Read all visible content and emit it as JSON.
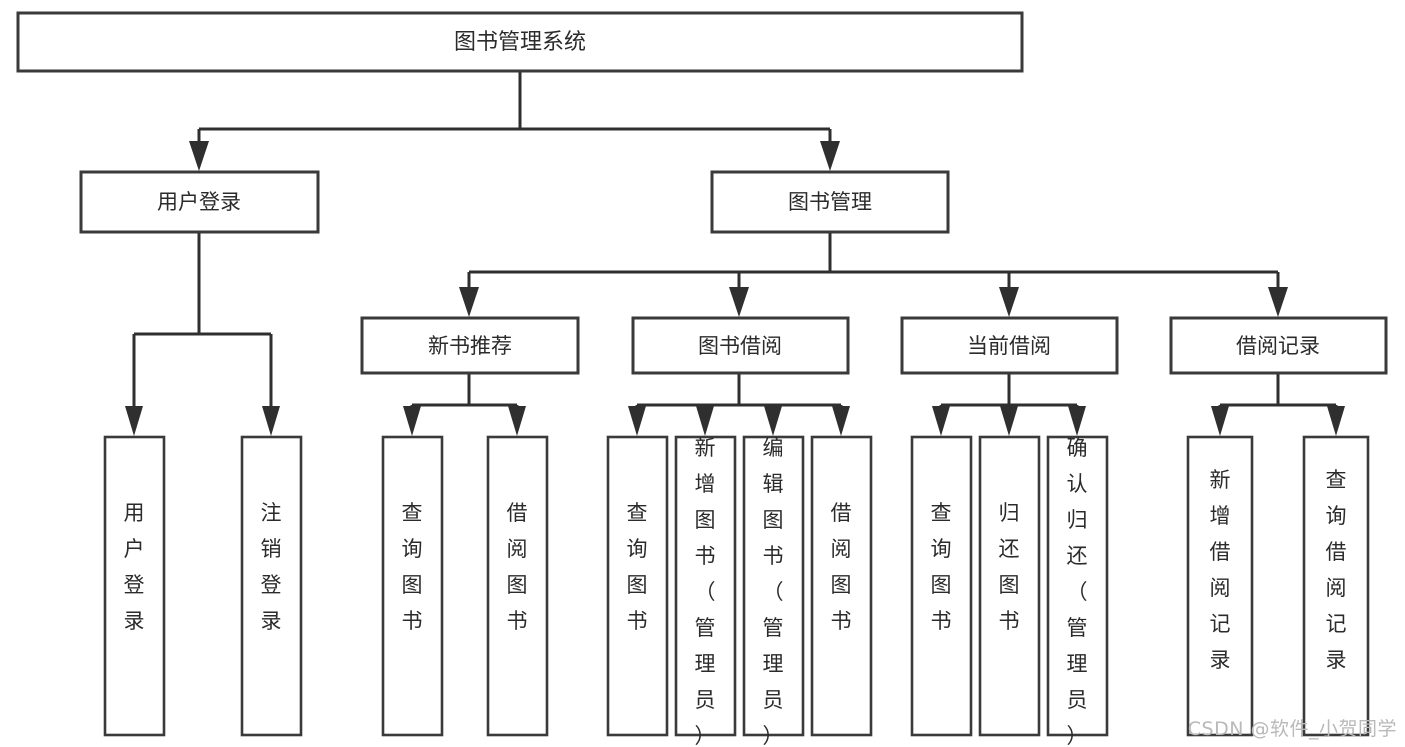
{
  "diagram": {
    "title": "图书管理系统",
    "type": "hierarchy-tree",
    "watermark": "CSDN @软件_小贺同学",
    "colors": {
      "background": "#ffffff",
      "box_fill": "#ffffff",
      "box_stroke": "#3a3a3a",
      "connector": "#2f2f2f",
      "text": "#2b2b2b",
      "watermark": "#b9b9b9"
    },
    "levels": {
      "root": {
        "label": "图书管理系统"
      },
      "level1": [
        {
          "label": "用户登录"
        },
        {
          "label": "图书管理"
        }
      ],
      "level2": [
        {
          "label": "新书推荐"
        },
        {
          "label": "图书借阅"
        },
        {
          "label": "当前借阅"
        },
        {
          "label": "借阅记录"
        }
      ]
    },
    "leaves": {
      "user_login": [
        "用户登录",
        "注销登录"
      ],
      "new_book_recommend": [
        "查询图书",
        "借阅图书"
      ],
      "book_borrow": [
        "查询图书",
        "新增图书（管理员）",
        "编辑图书（管理员）",
        "借阅图书"
      ],
      "current_borrow": [
        "查询图书",
        "归还图书",
        "确认归还（管理员）"
      ],
      "borrow_record": [
        "新增借阅记录",
        "查询借阅记录"
      ]
    },
    "chart_data": {
      "type": "tree",
      "title": "图书管理系统",
      "nodes": [
        {
          "id": "root",
          "label": "图书管理系统",
          "level": 0,
          "children": [
            "user-login",
            "book-manage"
          ]
        },
        {
          "id": "user-login",
          "label": "用户登录",
          "level": 1,
          "children": [
            "user-login-1",
            "user-login-2"
          ]
        },
        {
          "id": "book-manage",
          "label": "图书管理",
          "level": 1,
          "children": [
            "new-book",
            "book-borrow",
            "current-borrow",
            "borrow-record"
          ]
        },
        {
          "id": "new-book",
          "label": "新书推荐",
          "level": 2,
          "children": [
            "new-book-1",
            "new-book-2"
          ]
        },
        {
          "id": "book-borrow",
          "label": "图书借阅",
          "level": 2,
          "children": [
            "book-borrow-1",
            "book-borrow-2",
            "book-borrow-3",
            "book-borrow-4"
          ]
        },
        {
          "id": "current-borrow",
          "label": "当前借阅",
          "level": 2,
          "children": [
            "current-borrow-1",
            "current-borrow-2",
            "current-borrow-3"
          ]
        },
        {
          "id": "borrow-record",
          "label": "借阅记录",
          "level": 2,
          "children": [
            "borrow-record-1",
            "borrow-record-2"
          ]
        },
        {
          "id": "user-login-1",
          "label": "用户登录",
          "level": 3,
          "children": []
        },
        {
          "id": "user-login-2",
          "label": "注销登录",
          "level": 3,
          "children": []
        },
        {
          "id": "new-book-1",
          "label": "查询图书",
          "level": 3,
          "children": []
        },
        {
          "id": "new-book-2",
          "label": "借阅图书",
          "level": 3,
          "children": []
        },
        {
          "id": "book-borrow-1",
          "label": "查询图书",
          "level": 3,
          "children": []
        },
        {
          "id": "book-borrow-2",
          "label": "新增图书（管理员）",
          "level": 3,
          "children": []
        },
        {
          "id": "book-borrow-3",
          "label": "编辑图书（管理员）",
          "level": 3,
          "children": []
        },
        {
          "id": "book-borrow-4",
          "label": "借阅图书",
          "level": 3,
          "children": []
        },
        {
          "id": "current-borrow-1",
          "label": "查询图书",
          "level": 3,
          "children": []
        },
        {
          "id": "current-borrow-2",
          "label": "归还图书",
          "level": 3,
          "children": []
        },
        {
          "id": "current-borrow-3",
          "label": "确认归还（管理员）",
          "level": 3,
          "children": []
        },
        {
          "id": "borrow-record-1",
          "label": "新增借阅记录",
          "level": 3,
          "children": []
        },
        {
          "id": "borrow-record-2",
          "label": "查询借阅记录",
          "level": 3,
          "children": []
        }
      ]
    }
  }
}
